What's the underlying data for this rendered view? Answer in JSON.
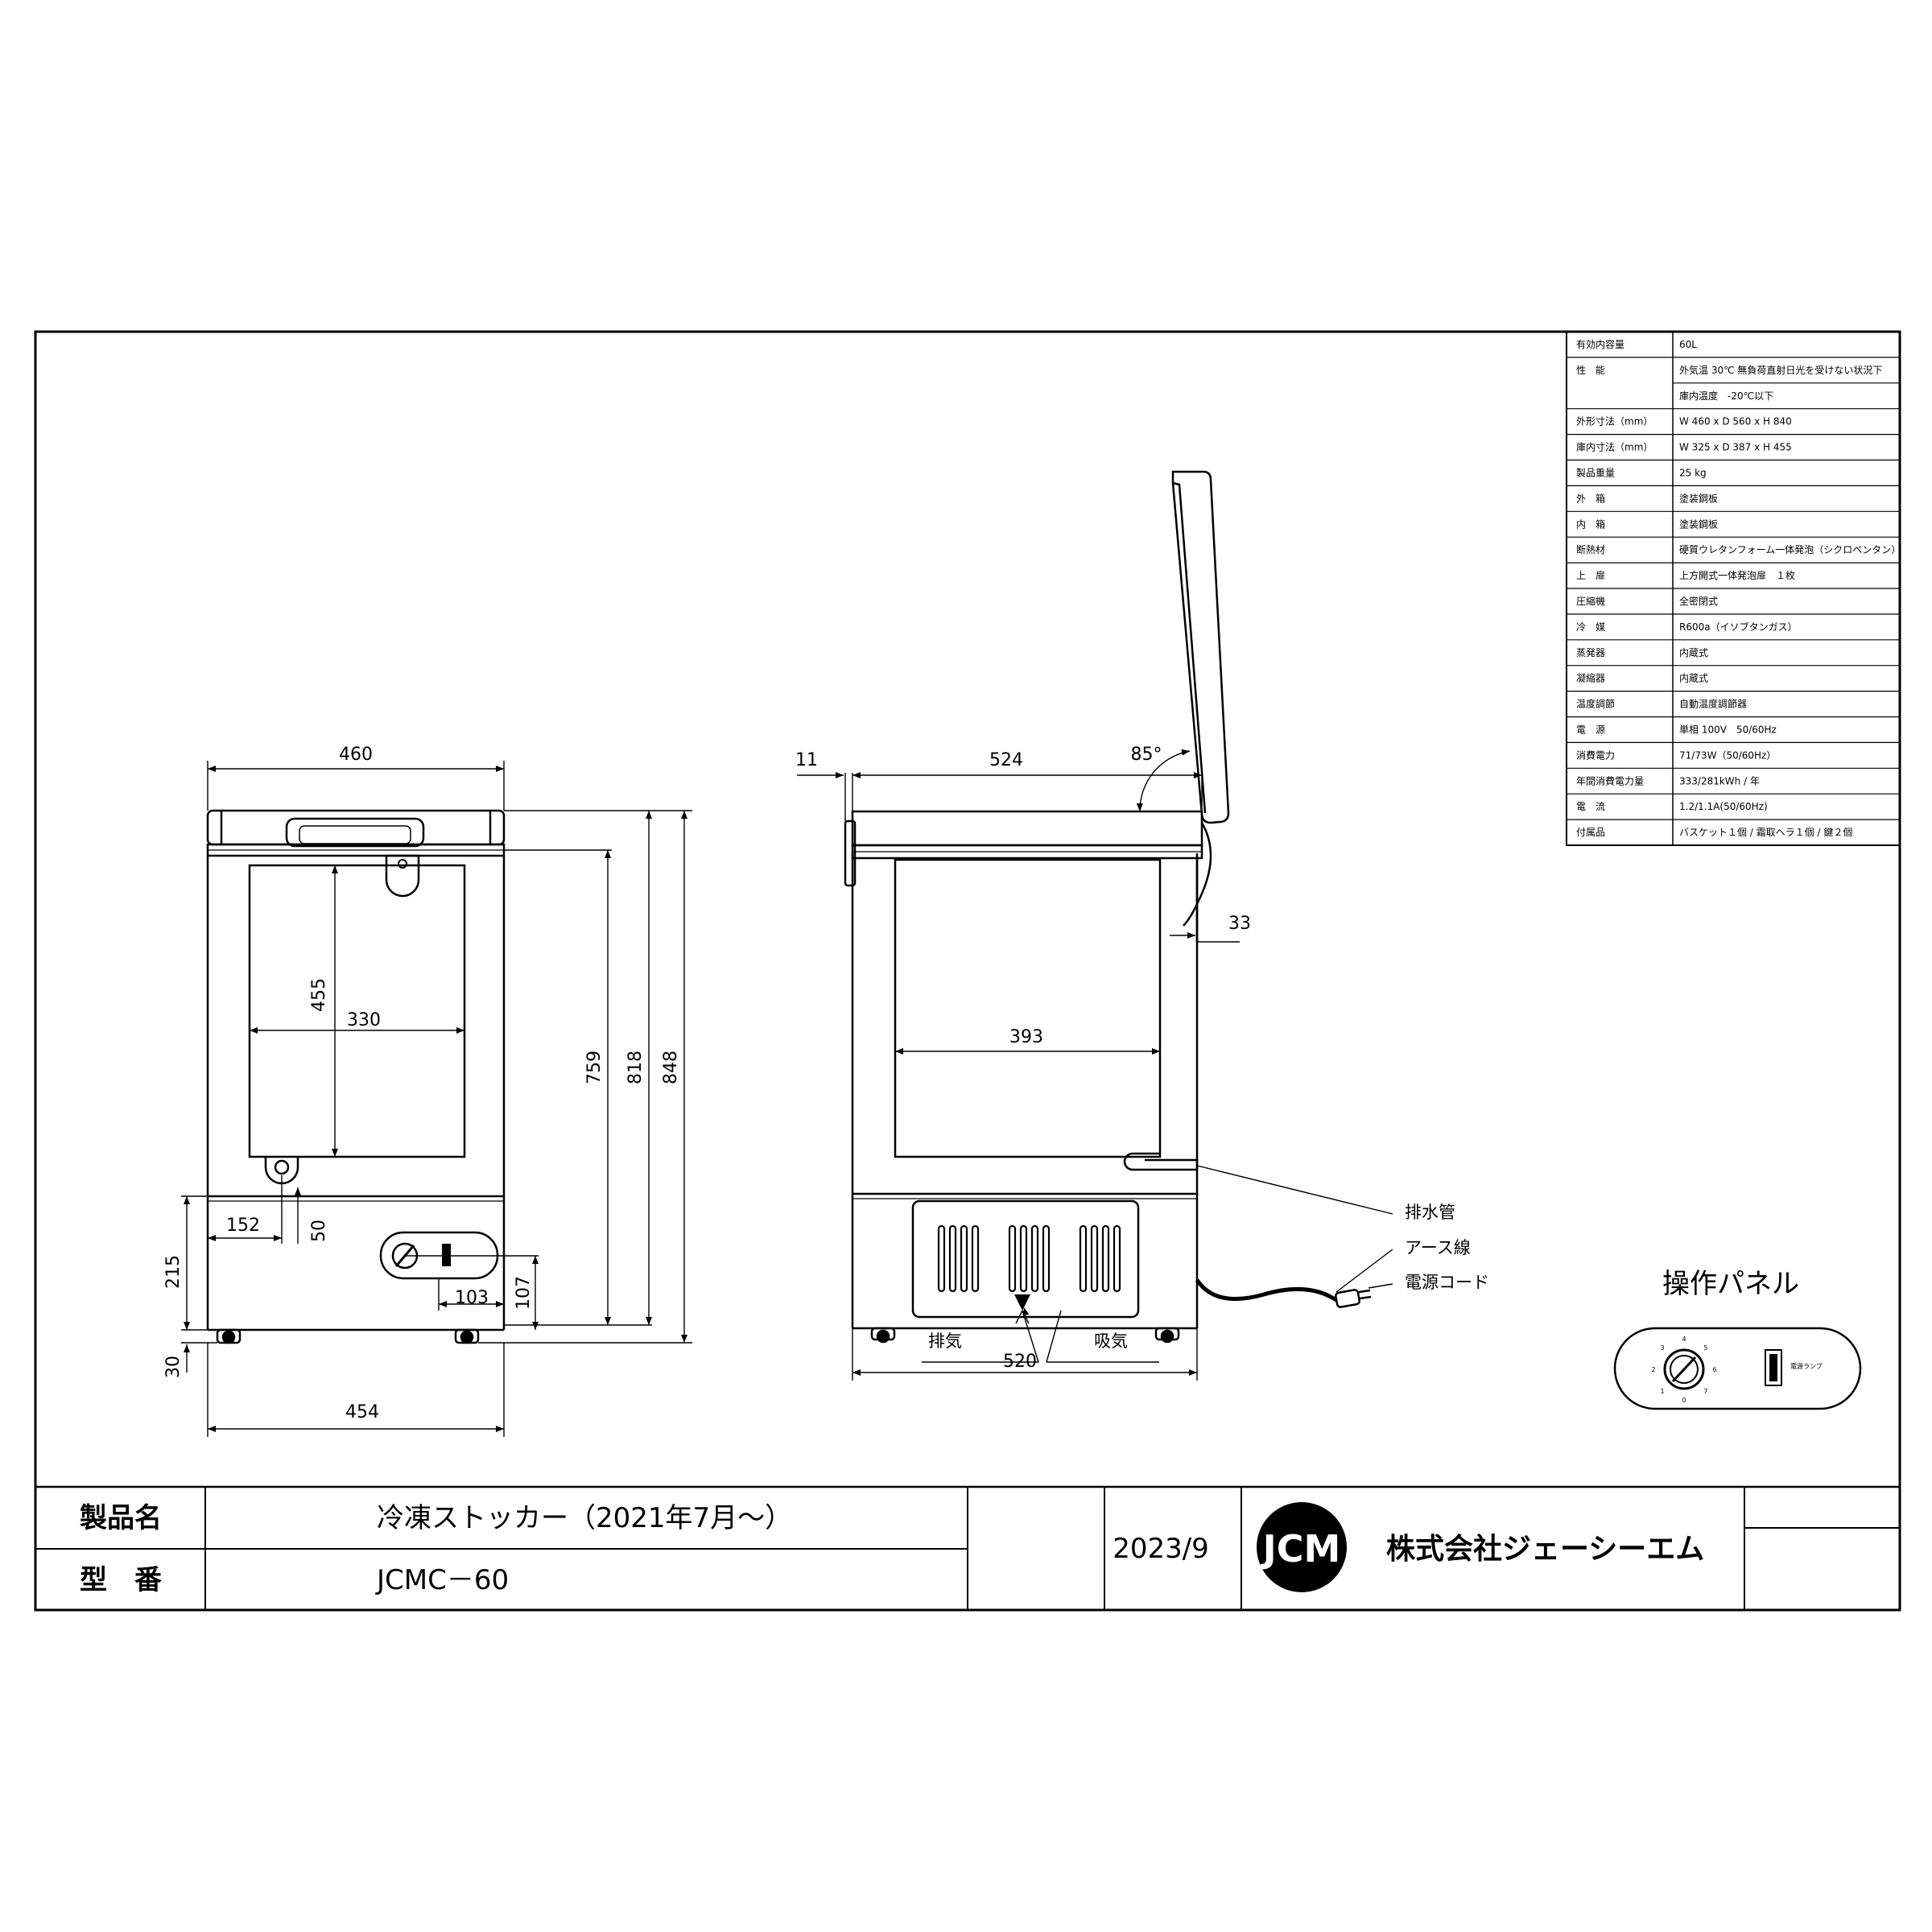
{
  "specs": [
    {
      "label": "有効内容量",
      "value": "60L"
    },
    {
      "label": "性　能",
      "value": "外気温 30℃ 無負荷直射日光を受けない状況下"
    },
    {
      "label": "",
      "value": "庫内温度　-20℃以下"
    },
    {
      "label": "外形寸法（mm）",
      "value": "W 460 x D 560 x H 840"
    },
    {
      "label": "庫内寸法（mm）",
      "value": "W 325 x D 387 x H 455"
    },
    {
      "label": "製品重量",
      "value": "25 kg"
    },
    {
      "label": "外　箱",
      "value": "塗装鋼板"
    },
    {
      "label": "内　箱",
      "value": "塗装鋼板"
    },
    {
      "label": "断熱材",
      "value": "硬質ウレタンフォーム一体発泡（シクロペンタン）"
    },
    {
      "label": "上　扉",
      "value": "上方開式一体発泡扉　１枚"
    },
    {
      "label": "圧縮機",
      "value": "全密閉式"
    },
    {
      "label": "冷　媒",
      "value": "R600a（イソブタンガス）"
    },
    {
      "label": "蒸発器",
      "value": "内蔵式"
    },
    {
      "label": "凝縮器",
      "value": "内蔵式"
    },
    {
      "label": "温度調節",
      "value": "自動温度調節器"
    },
    {
      "label": "電　源",
      "value": "単相 100V　50/60Hz"
    },
    {
      "label": "消費電力",
      "value": "71/73W（50/60Hz）"
    },
    {
      "label": "年間消費電力量",
      "value": "333/281kWh / 年"
    },
    {
      "label": "電　流",
      "value": "1.2/1.1A(50/60Hz)"
    },
    {
      "label": "付属品",
      "value": "バスケット１個 / 霜取ヘラ１個 / 鍵２個"
    }
  ],
  "front_dims": {
    "width_top": "460",
    "inner_width": "330",
    "inner_height": "455",
    "h_759": "759",
    "h_818": "818",
    "h_848": "848",
    "h_215": "215",
    "offset_152": "152",
    "h_50": "50",
    "w_103": "103",
    "h_107": "107",
    "h_30": "30",
    "width_bottom": "454"
  },
  "side_dims": {
    "d_11": "11",
    "d_524": "524",
    "angle": "85°",
    "d_33": "33",
    "inner_depth": "393",
    "depth_bottom": "520"
  },
  "callouts": {
    "drain": "排水管",
    "earth": "アース線",
    "power_cord": "電源コード",
    "exhaust": "排気",
    "intake": "吸気"
  },
  "panel": {
    "title": "操作パネル",
    "lamp": "電源ランプ",
    "dial_marks": [
      "0",
      "1",
      "2",
      "3",
      "4",
      "5",
      "6",
      "7"
    ]
  },
  "title_block": {
    "product_label": "製品名",
    "product_value": "冷凍ストッカー（2021年7月～）",
    "model_label": "型　番",
    "model_value": "JCMC－60",
    "date": "2023/9",
    "company": "株式会社ジェーシーエム",
    "logo": "JCM"
  }
}
